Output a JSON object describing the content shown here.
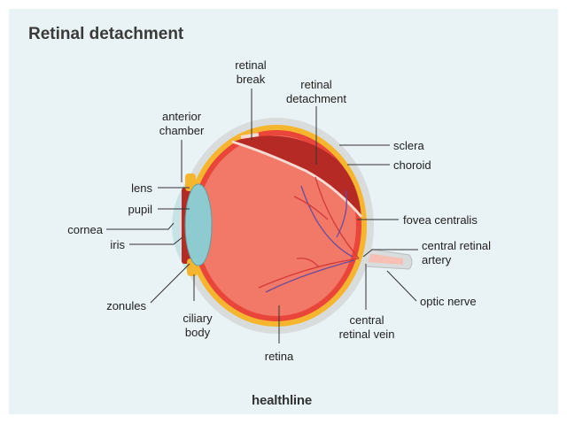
{
  "title": "Retinal detachment",
  "brand": "healthline",
  "labels": {
    "retinal_break": "retinal\nbreak",
    "retinal_detachment": "retinal\ndetachment",
    "anterior_chamber": "anterior\nchamber",
    "sclera": "sclera",
    "choroid": "choroid",
    "lens": "lens",
    "pupil": "pupil",
    "cornea": "cornea",
    "iris": "iris",
    "fovea_centralis": "fovea centralis",
    "central_retinal_artery": "central retinal\nartery",
    "optic_nerve": "optic nerve",
    "zonules": "zonules",
    "ciliary_body": "ciliary\nbody",
    "central_retinal_vein": "central\nretinal vein",
    "retina": "retina"
  },
  "colors": {
    "sclera": "#d9dcdd",
    "choroid": "#f5b52e",
    "retina": "#e9453a",
    "vitreous": "#f27868",
    "detached": "#b52a24",
    "lens": "#8ecbd0",
    "cornea": "#c6e4e8",
    "vessel_artery": "#d23a3a",
    "vessel_vein": "#6b4d9a",
    "leader": "#333333"
  }
}
